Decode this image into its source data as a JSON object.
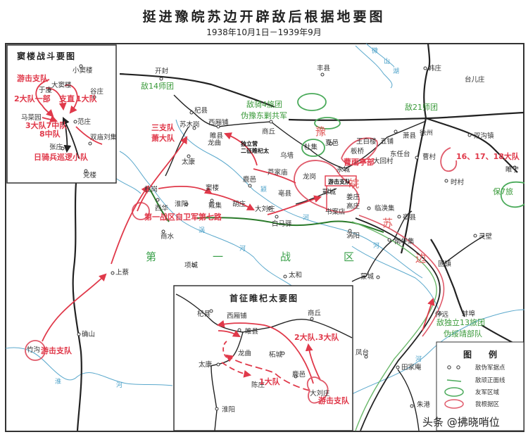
{
  "title": "挺进豫皖苏边开辟敌后根据地要图",
  "subtitle": "1938年10月1日－1939年9月",
  "colors": {
    "our_force": "#e0394a",
    "enemy_zone": "#3a9a3a",
    "river": "#5aa8cc",
    "railway": "#222222"
  },
  "places": [
    "开封",
    "杞县",
    "苏木岗",
    "西厢铺",
    "睢县",
    "龙曲",
    "商丘",
    "太康",
    "丰县",
    "韩庄",
    "台儿庄",
    "夏邑",
    "杜集",
    "王白楼",
    "五铺",
    "萧县",
    "徐州",
    "双沟镇",
    "板桥",
    "东任台",
    "大回村",
    "曹村",
    "睢宁",
    "时村",
    "乌墙",
    "芦家庙",
    "永城",
    "龙岗",
    "亳县",
    "鄲城",
    "姜庄",
    "高庄",
    "书案店",
    "临涣集",
    "宿县",
    "鹿邑",
    "杜岗",
    "西华",
    "淮阳",
    "窦楼",
    "戴集",
    "胡庄",
    "大刘庄",
    "白马驿",
    "商水",
    "涡阳",
    "南坪集",
    "灵壁",
    "固镇",
    "蒙城",
    "项城",
    "太和",
    "上蔡",
    "确山",
    "竹沟",
    "怀远",
    "蚌埠",
    "凤台",
    "田家庵",
    "朱港"
  ],
  "our_units": [
    "三支队",
    "萧大队",
    "第一战区自卫军第七路",
    "游击支队",
    "曹雨亭部",
    "16、17、18大队",
    "游击支队"
  ],
  "enemy_units": [
    "敌14师团",
    "敌骑4旅团",
    "伪豫东剿共军",
    "敌21师团",
    "保7旅",
    "敌独立13旅团",
    "伪绥靖部队"
  ],
  "regions": [
    "豫",
    "皖",
    "苏",
    "边"
  ],
  "war_zone": [
    "第",
    "一",
    "战",
    "区"
  ],
  "notes": [
    "独立营",
    "二征睢杞太"
  ],
  "rivers": [
    "微",
    "山",
    "湖",
    "淮",
    "河",
    "涡",
    "河",
    "颍",
    "河",
    "河",
    "河"
  ],
  "inset_doulou": {
    "title": "窦楼战斗要图",
    "places": [
      "小窦楼",
      "大窦楼",
      "谷庄",
      "于庄",
      "范庄",
      "马菜园",
      "双庙刘集",
      "张庄",
      "党楼"
    ],
    "units": [
      "游击支队",
      "2大队一部",
      "支直",
      "1大队",
      "3大队7中队",
      "8中队",
      "日骑兵巡逻小队"
    ]
  },
  "inset_suiqitai": {
    "title": "首征睢杞太要图",
    "places": [
      "杞县",
      "西厢铺",
      "睢县",
      "商丘",
      "龙曲",
      "柘城",
      "太康",
      "鹿邑",
      "陈庄",
      "大刘庄",
      "淮阳"
    ],
    "units": [
      "2大队.3大队",
      "1大队",
      "游击支队"
    ]
  },
  "legend": {
    "title": "图　　例",
    "items": [
      {
        "icon": "stronghold-dot-icon",
        "label": "敌伪军据点"
      },
      {
        "icon": "front-line-icon",
        "label": "敌顽正面线"
      },
      {
        "icon": "green-ellipse-icon",
        "label": "友军区域"
      },
      {
        "icon": "red-ellipse-icon",
        "label": "我根据区"
      }
    ]
  },
  "watermark": "头条 @拂晓哨位"
}
